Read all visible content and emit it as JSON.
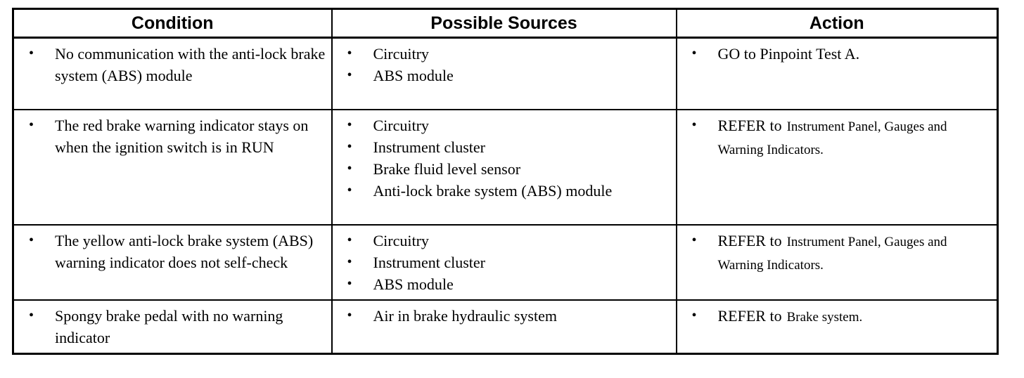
{
  "table": {
    "bullet_char": "•",
    "border_color": "#000000",
    "headers": [
      "Condition",
      "Possible Sources",
      "Action"
    ],
    "rows": [
      {
        "condition": [
          "No communication with the anti-lock brake system (ABS) module"
        ],
        "sources": [
          "Circuitry",
          "ABS module"
        ],
        "action_main": "GO to Pinpoint Test A.",
        "action_ref": ""
      },
      {
        "condition": [
          "The red brake warning indicator stays on when the ignition switch is in RUN"
        ],
        "sources": [
          "Circuitry",
          "Instrument cluster",
          "Brake fluid level sensor",
          "Anti-lock brake system (ABS) module"
        ],
        "action_main": "REFER to",
        "action_ref": "Instrument Panel, Gauges and Warning Indicators."
      },
      {
        "condition": [
          "The yellow anti-lock brake system (ABS) warning indicator does not self-check"
        ],
        "sources": [
          "Circuitry",
          "Instrument cluster",
          "ABS module"
        ],
        "action_main": "REFER to",
        "action_ref": "Instrument Panel, Gauges and Warning Indicators."
      },
      {
        "condition": [
          "Spongy brake pedal with no warning indicator"
        ],
        "sources": [
          "Air in brake hydraulic system"
        ],
        "action_main": "REFER to",
        "action_ref": "Brake system."
      }
    ]
  }
}
